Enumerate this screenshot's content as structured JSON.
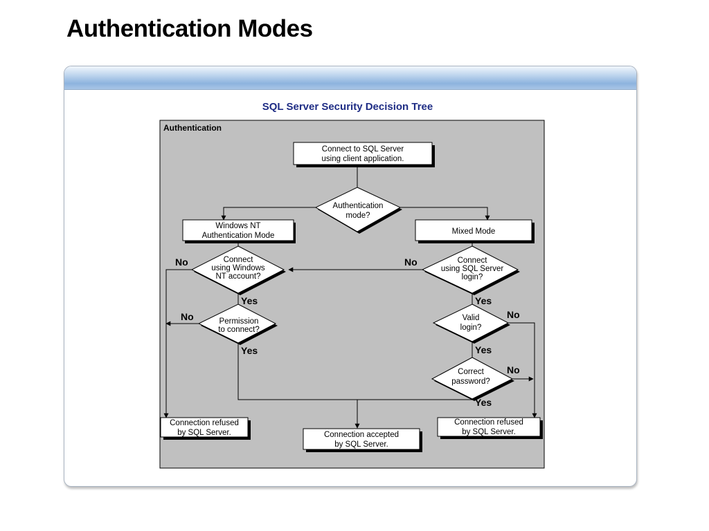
{
  "slide": {
    "title": "Authentication Modes"
  },
  "diagram": {
    "title": "SQL Server Security Decision Tree",
    "section_label": "Authentication",
    "nodes": {
      "connect": [
        "Connect to SQL Server",
        "using client application."
      ],
      "auth_mode": [
        "Authentication",
        "mode?"
      ],
      "windows_nt": [
        "Windows NT",
        "Authentication Mode"
      ],
      "mixed": [
        "Mixed Mode"
      ],
      "connect_windows": [
        "Connect",
        "using Windows",
        "NT account?"
      ],
      "connect_sql": [
        "Connect",
        "using SQL Server",
        "login?"
      ],
      "permission": [
        "Permission",
        "to connect?"
      ],
      "valid_login": [
        "Valid",
        "login?"
      ],
      "correct_password": [
        "Correct",
        "password?"
      ],
      "refused_left": [
        "Connection refused",
        "by SQL Server."
      ],
      "accepted": [
        "Connection accepted",
        "by SQL Server."
      ],
      "refused_right": [
        "Connection refused",
        "by SQL Server."
      ]
    },
    "edge_labels": {
      "no": "No",
      "yes": "Yes"
    }
  }
}
